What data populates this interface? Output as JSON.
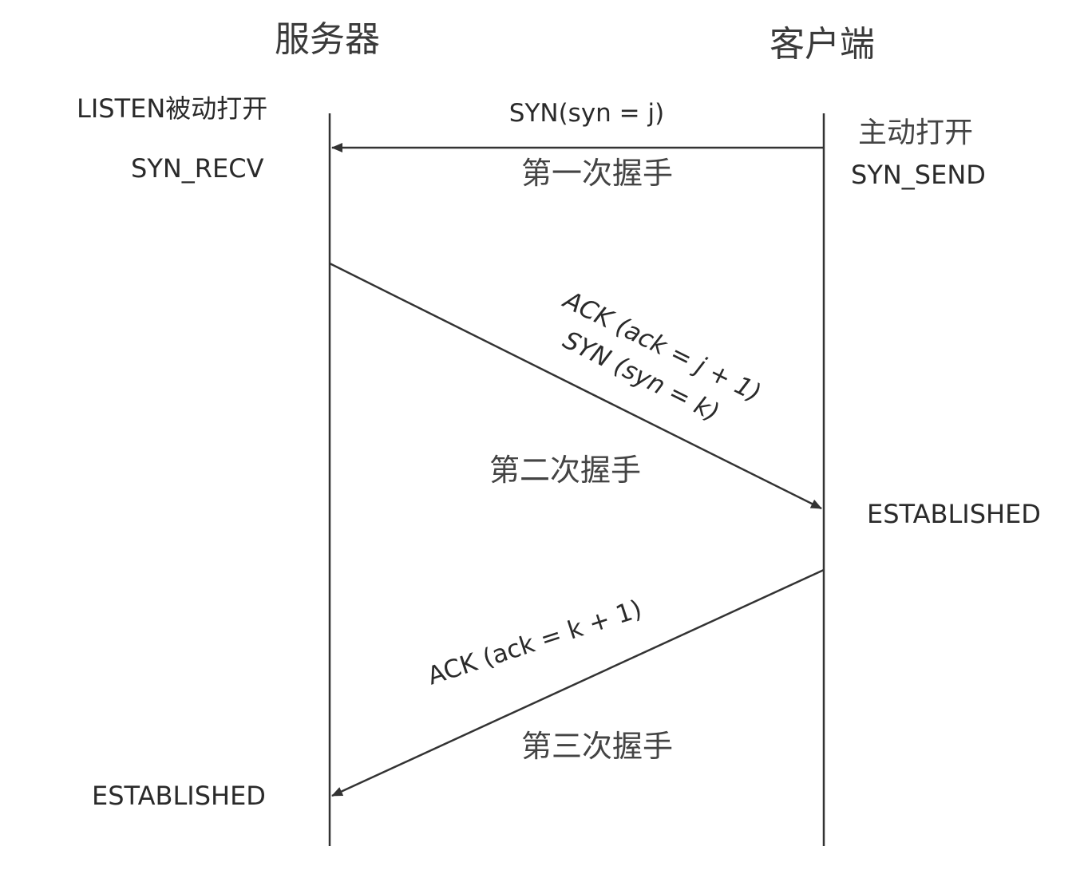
{
  "participants": {
    "server": "服务器",
    "client": "客户端"
  },
  "server_states": {
    "listen": "LISTEN被动打开",
    "syn_recv": "SYN_RECV",
    "established": "ESTABLISHED"
  },
  "client_states": {
    "active_open": "主动打开",
    "syn_send": "SYN_SEND",
    "established": "ESTABLISHED"
  },
  "messages": {
    "first_msg": "SYN(syn = j)",
    "first_step": "第一次握手",
    "second_msg_ack": "ACK (ack = j + 1)",
    "second_msg_syn": "SYN (syn = k)",
    "second_step": "第二次握手",
    "third_msg": "ACK (ack = k + 1)",
    "third_step": "第三次握手"
  }
}
